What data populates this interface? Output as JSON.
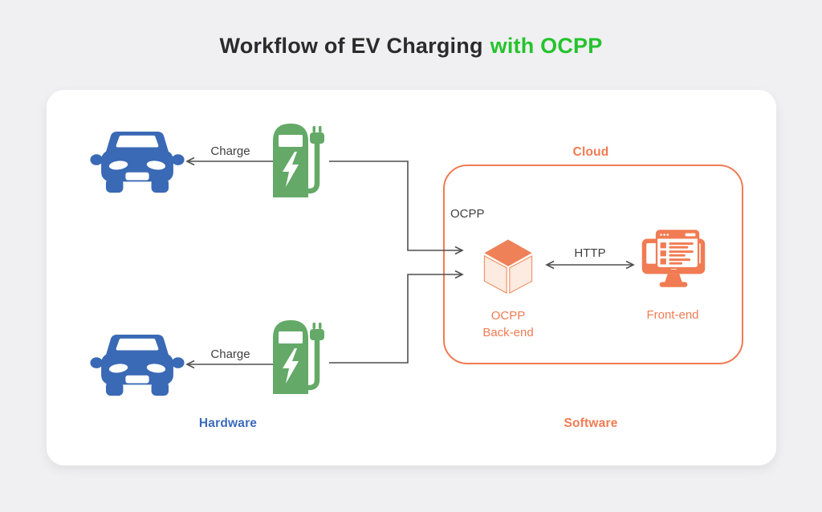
{
  "title": {
    "main": "Workflow of EV Charging",
    "highlight": "with OCPP"
  },
  "labels": {
    "cloud": "Cloud",
    "ocpp_protocol": "OCPP",
    "http": "HTTP",
    "charge_top": "Charge",
    "charge_bottom": "Charge",
    "backend_line1": "OCPP",
    "backend_line2": "Back-end",
    "frontend": "Front-end",
    "hardware": "Hardware",
    "software": "Software"
  },
  "icons": {
    "car_top": "car-icon",
    "car_bottom": "car-icon",
    "station_top": "ev-charging-station-icon",
    "station_bottom": "ev-charging-station-icon",
    "backend": "cube-icon",
    "frontend": "monitor-browser-icon"
  },
  "colors": {
    "background": "#f0f0f2",
    "card": "#ffffff",
    "title_text": "#2b2b2b",
    "title_highlight": "#25c32d",
    "car_blue": "#3a69b5",
    "hardware_blue": "#3b6abc",
    "station_green": "#64a967",
    "accent_orange": "#f17b52",
    "cube_top_orange": "#ee8157",
    "cube_face_peach": "#fdeae0",
    "connector_line": "#4f4f4f",
    "dark_text": "#3f3f3f"
  }
}
